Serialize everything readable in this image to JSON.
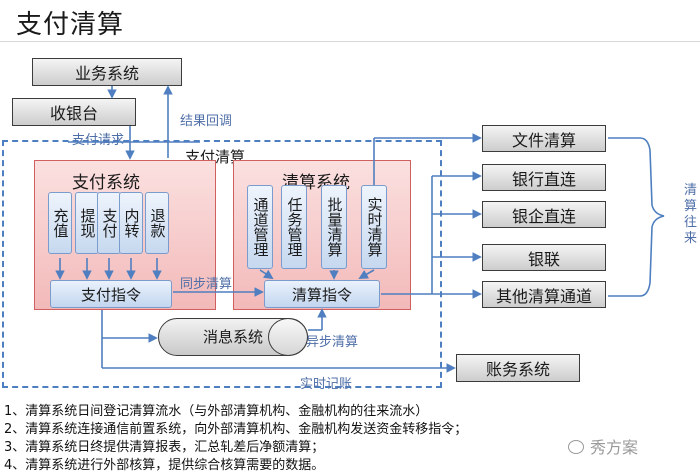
{
  "title": "支付清算",
  "business_system": "业务系统",
  "cashier": "收银台",
  "result_callback": "结果回调",
  "payment_request": "支付请求",
  "payment_clearing_zone": "支付清算",
  "payment_system": {
    "title": "支付系统",
    "modules": [
      "充值",
      "提现",
      "支付",
      "内转",
      "退款"
    ],
    "instruction": "支付指令"
  },
  "clearing_system": {
    "title": "清算系统",
    "modules": [
      "通道管理",
      "任务管理",
      "批量清算",
      "实时清算"
    ],
    "instruction": "清算指令"
  },
  "sync_clearing": "同步清算",
  "async_clearing": "异步清算",
  "message_system": "消息系统",
  "realtime_accounting": "实时记账",
  "accounting_system": "账务系统",
  "channels": [
    "文件清算",
    "银行直连",
    "银企直连",
    "银联",
    "其他清算通道"
  ],
  "clearing_exchange": "清算往来",
  "notes": [
    "1、清算系统日间登记清算流水（与外部清算机构、金融机构的往来流水）",
    "2、清算系统连接通信前置系统，向外部清算机构、金融机构发送资金转移指令；",
    "3、清算系统日终提供清算报表，汇总轧差后净额清算；",
    "4、清算系统进行外部核算，提供综合核算需要的数据。"
  ],
  "watermark": "秀方案"
}
